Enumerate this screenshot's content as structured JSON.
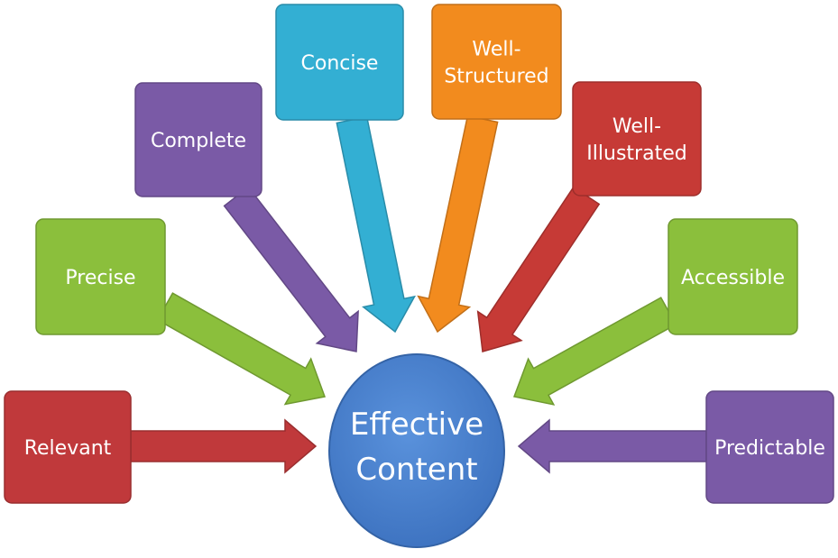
{
  "center": {
    "lines": [
      "Effective",
      "Content"
    ]
  },
  "boxes": [
    {
      "id": "relevant",
      "lines": [
        "Relevant"
      ],
      "color": "#c0393b"
    },
    {
      "id": "precise",
      "lines": [
        "Precise"
      ],
      "color": "#8bbf3c"
    },
    {
      "id": "complete",
      "lines": [
        "Complete"
      ],
      "color": "#7a5aa6"
    },
    {
      "id": "concise",
      "lines": [
        "Concise"
      ],
      "color": "#33afd3"
    },
    {
      "id": "well-structured",
      "lines": [
        "Well-",
        "Structured"
      ],
      "color": "#f28b1e"
    },
    {
      "id": "well-illustrated",
      "lines": [
        "Well-",
        "Illustrated"
      ],
      "color": "#c63a36"
    },
    {
      "id": "accessible",
      "lines": [
        "Accessible"
      ],
      "color": "#8bbf3c"
    },
    {
      "id": "predictable",
      "lines": [
        "Predictable"
      ],
      "color": "#7a5aa6"
    }
  ],
  "colors": {
    "center": "#3f78c4",
    "center_stroke": "#3463a6"
  }
}
